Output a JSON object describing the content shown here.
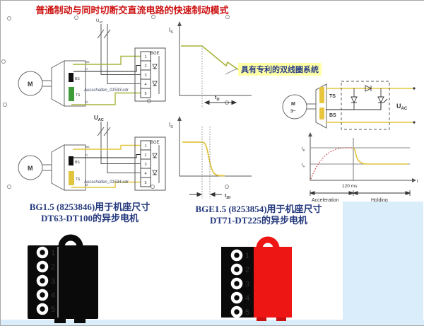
{
  "title": "普通制动与同时切断交直流电路的快速制动模式",
  "note": "具有专利的双线圈系统",
  "circuit1": {
    "uac_base": "U",
    "uac_sub": "AC",
    "bge_label": "BGE",
    "motor_label": "M",
    "bs_label": "BS",
    "ts_label": "TS",
    "wire_top": "ws",
    "wire_mid": "rt",
    "wire_bot": "bl",
    "terminals": [
      "1",
      "2",
      "3",
      "4",
      "5"
    ],
    "filename": "Ausschalten_01533.cdr"
  },
  "circuit2": {
    "uac_base": "U",
    "uac_sub": "AC",
    "bge_label": "BGE",
    "motor_label": "M",
    "bs_label": "BS",
    "ts_label": "TS",
    "wire_top": "ws",
    "wire_mid": "rt",
    "wire_bot": "bl",
    "terminals": [
      "1",
      "2",
      "3",
      "4",
      "5"
    ],
    "filename": "Ausschalten_01534.cdr"
  },
  "graph1": {
    "y_base": "I",
    "y_sub": "S",
    "t_base": "t",
    "t_sub": "2I"
  },
  "graph2": {
    "y_base": "I",
    "y_sub": "S",
    "t_base": "t",
    "t_sub": "2II"
  },
  "coil_circuit": {
    "motor_top": "M",
    "motor_bottom": "3~",
    "ts_label": "TS",
    "bs_label": "BS",
    "uac_base": "U",
    "uac_sub": "AC"
  },
  "timing_graph": {
    "y1_base": "I",
    "y1_sub": "B",
    "y2_base": "I",
    "y2_sub": "H",
    "time_marker": "120 ms",
    "x_label": "t",
    "phase1": "Acceleration",
    "phase2": "Holding"
  },
  "captions": {
    "left_line1": "BG1.5  (8253846)用于机座尺寸",
    "left_line2": "DT63-DT100的异步电机",
    "right_line1": "BGE1.5  (8253854)用于机座尺寸",
    "right_line2": "DT71-DT225的异步电机"
  },
  "device_left": {
    "terminals": [
      "1",
      "2",
      "3",
      "4",
      "5"
    ]
  },
  "device_right": {
    "terminals": [
      "1",
      "2",
      "3",
      "4",
      "5"
    ]
  },
  "colors": {
    "title_red": "#cc1111",
    "caption_navy": "#25397d",
    "note_bg": "#ffffa6",
    "panel_blue": "#d9edfa",
    "wire_olive": "#a9b43c",
    "wire_yellow": "#e2c53e",
    "device_red": "#ee1515",
    "accel_red": "#cc4444"
  }
}
